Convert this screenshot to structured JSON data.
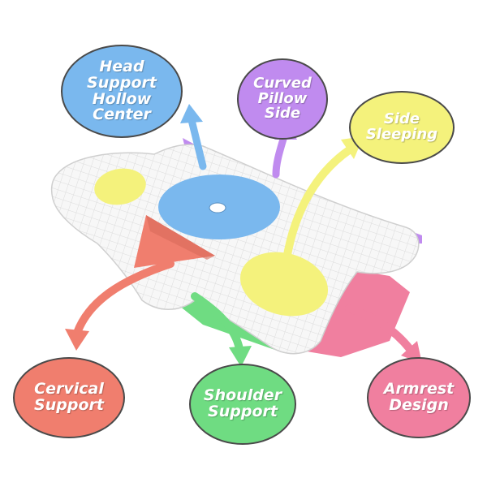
{
  "colors": {
    "head": "#7ab8ee",
    "curved": "#c08bef",
    "side": "#f4f27c",
    "cervical": "#f07e6e",
    "shoulder": "#6fdc82",
    "armrest": "#f07f9f",
    "pillow": "#f6f6f6",
    "outline": "#4a4a4a"
  },
  "labels": {
    "head": "Head\nSupport\nHollow\nCenter",
    "curved": "Curved\nPillow\nSide",
    "side": "Side\nSleeping",
    "cervical": "Cervical\nSupport",
    "shoulder": "Shoulder\nSupport",
    "armrest": "Armrest\nDesign"
  }
}
